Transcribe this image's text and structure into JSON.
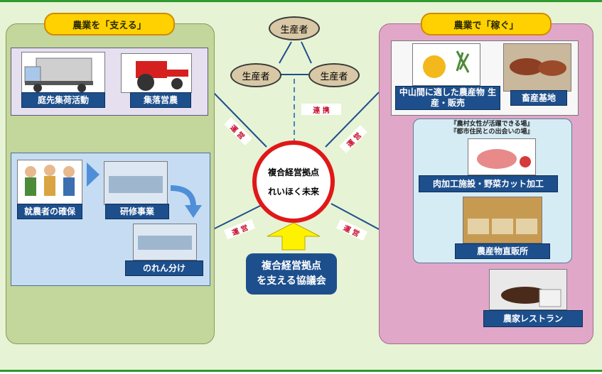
{
  "left": {
    "title": "農業を「支える」",
    "items": {
      "pickup": "庭先集荷活動",
      "community": "集落営農",
      "newfarmers": "就農者の確保",
      "training": "研修事業",
      "franchise": "のれん分け"
    }
  },
  "right": {
    "title": "農業で「稼ぐ」",
    "items": {
      "products": "中山間に適した農産物 生産・販売",
      "livestock": "畜産基地",
      "caption_line1": "『農村女性が活躍できる場』",
      "caption_line2": "『都市住民との出会いの場』",
      "processing": "肉加工施設・野菜カット加工",
      "direct": "農産物直販所",
      "restaurant": "農家レストラン"
    }
  },
  "center": {
    "producer": "生産者",
    "link": "連 携",
    "operation": "運 営",
    "hub_line1": "複合経営拠点",
    "hub_line2": "れいほく未来",
    "council_line1": "複合経営拠点",
    "council_line2": "を支える協議会"
  },
  "colors": {
    "left_panel": "#c3d69b",
    "right_panel": "#e1a7c9",
    "label_bg": "#1d4f8d",
    "hub_ring": "#e01818",
    "arrow": "#fff200"
  }
}
